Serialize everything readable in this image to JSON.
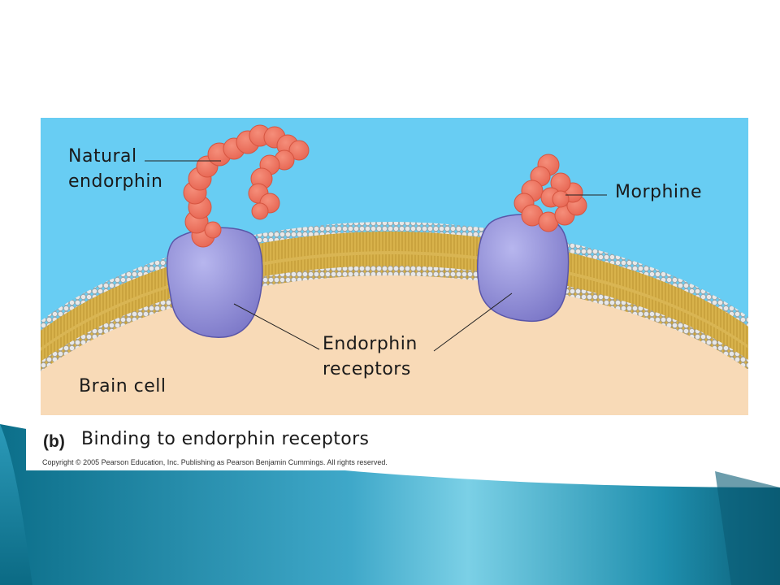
{
  "figure": {
    "labels": {
      "natural_endorphin": [
        "Natural",
        "endorphin"
      ],
      "morphine": "Morphine",
      "endorphin_receptors": [
        "Endorphin",
        "receptors"
      ],
      "brain_cell": "Brain cell"
    },
    "colors": {
      "extracellular": "#68cdf3",
      "cytoplasm": "#f8dab7",
      "membrane_core": "#d9b450",
      "phospholipid_heads": "#e6e6e6",
      "receptor": "#8e8cd6",
      "ligand": "#ee6f5c"
    }
  },
  "caption": {
    "panel_letter": "(b)",
    "text": "Binding to endorphin receptors",
    "copyright": "Copyright © 2005 Pearson Education, Inc. Publishing as Pearson Benjamin Cummings. All rights reserved."
  },
  "background": {
    "colors": {
      "teal": "#0f7e99",
      "light": "#6cc8e0",
      "dark": "#0a5c74"
    }
  }
}
